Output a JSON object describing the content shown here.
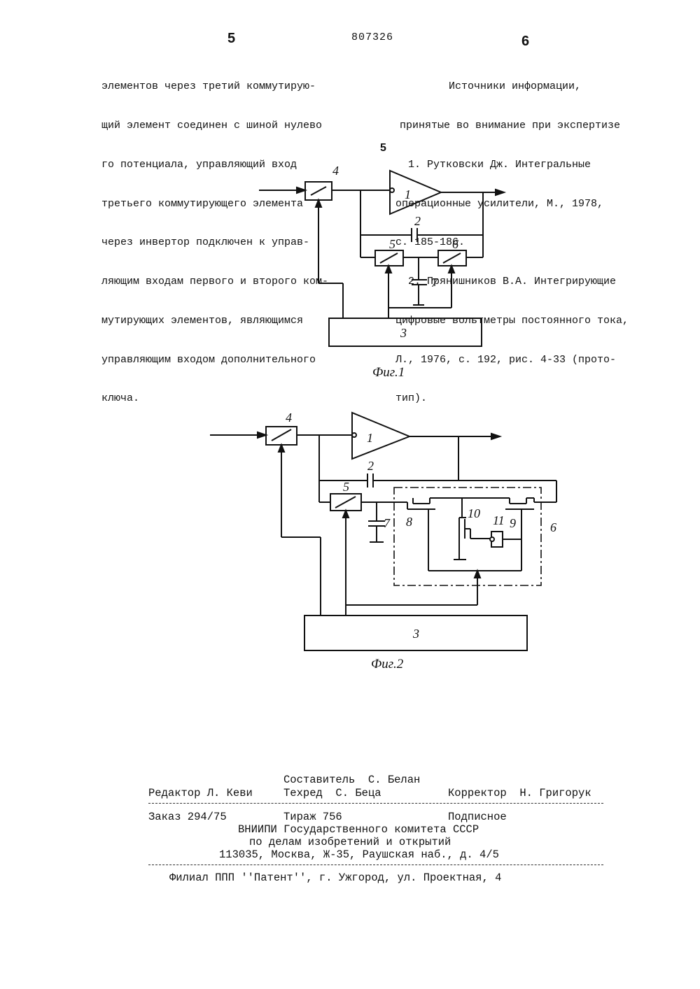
{
  "header": {
    "page_left": "5",
    "patent_number": "807326",
    "page_right": "6"
  },
  "left_column": [
    "элементов через третий коммутирую-",
    "щий элемент соединен с шиной нулево",
    "го потенциала, управляющий вход",
    "третьего коммутирующего элемента",
    "через инвертор подключен к управ-",
    "ляющим входам первого и второго ком-",
    "мутирующих элементов, являющимся",
    "управляющим входом дополнительного",
    "ключа."
  ],
  "line_marker": "5",
  "right_column": [
    "Источники информации,",
    "принятые во внимание при экспертизе",
    "1. Рутковски Дж. Интегральные",
    "операционные усилители, М., 1978,",
    "с. 185-186.",
    "2. Прянишников В.А. Интегрирующие",
    "цифровые вольтметры постоянного тока,",
    "Л., 1976, с. 192, рис. 4-33 (прото-",
    "тип)."
  ],
  "fig1": {
    "caption": "Фиг.1",
    "labels": {
      "amp": "1",
      "cap": "2",
      "ctrl": "3",
      "sw_in": "4",
      "sw_a": "5",
      "sw_b": "6",
      "cap2": "7"
    }
  },
  "fig2": {
    "caption": "Фиг.2",
    "labels": {
      "amp": "1",
      "cap": "2",
      "ctrl": "3",
      "sw_in": "4",
      "sw_a": "5",
      "block": "6",
      "cap2": "7",
      "t8": "8",
      "t9": "9",
      "t10": "10",
      "inv": "11"
    }
  },
  "footer": {
    "compiler": "Составитель  С. Белан",
    "editor": "Редактор Л. Кеви",
    "techred": "Техред  С. Беца",
    "corrector": "Корректор  Н. Григорук",
    "order": "Заказ 294/75",
    "circulation": "Тираж 756",
    "subscription": "Подписное",
    "org1": "ВНИИПИ Государственного комитета СССР",
    "org2": "по делам изобретений и открытий",
    "address": "113035, Москва, Ж-35, Раушская наб., д. 4/5",
    "branch": "Филиал ППП ''Патент'', г. Ужгород, ул. Проектная, 4"
  }
}
